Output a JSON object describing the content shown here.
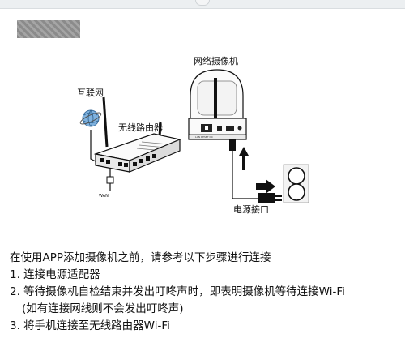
{
  "diagram": {
    "camera_label": "网络摄像机",
    "internet_label": "互联网",
    "router_label": "无线路由器",
    "wan_label": "WAN",
    "power_label": "电源接口"
  },
  "instructions": {
    "intro": "在使用APP添加摄像机之前，请参考以下步骤进行连接",
    "step1": "1. 连接电源适配器",
    "step2": "2. 等待摄像机自检结束并发出叮咚声时，即表明摄像机等待连接Wi-Fi",
    "step2_note": "(如有连接网线则不会发出叮咚声)",
    "step3": "3. 将手机连接至无线路由器Wi-Fi"
  }
}
